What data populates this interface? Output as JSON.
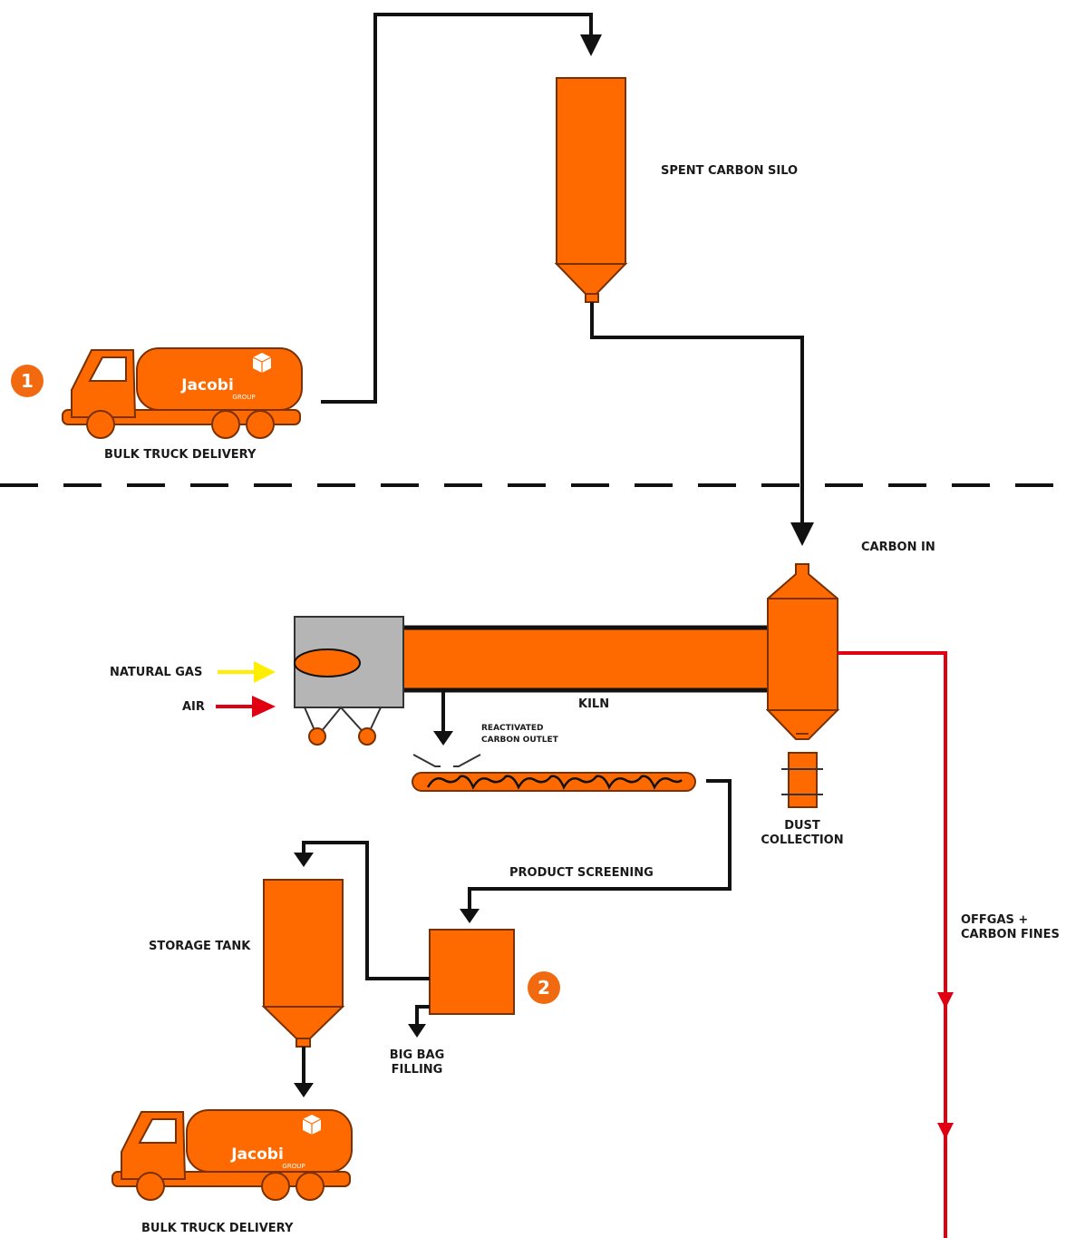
{
  "labels": {
    "spent_carbon_silo": "SPENT CARBON SILO",
    "bulk_truck_delivery_top": "BULK TRUCK DELIVERY",
    "carbon_in": "CARBON IN",
    "natural_gas": "NATURAL GAS",
    "air": "AIR",
    "kiln": "KILN",
    "reactivated_line1": "REACTIVATED",
    "reactivated_line2": "CARBON OUTLET",
    "dust_line1": "DUST",
    "dust_line2": "COLLECTION",
    "product_screening": "PRODUCT SCREENING",
    "storage_tank": "STORAGE TANK",
    "big_bag_line1": "BIG BAG",
    "big_bag_line2": "FILLING",
    "offgas_line1": "OFFGAS +",
    "offgas_line2": "CARBON FINES",
    "bulk_truck_delivery_bottom": "BULK TRUCK DELIVERY"
  },
  "badges": {
    "one": "1",
    "two": "2"
  },
  "truck_logo": {
    "brand": "Jacobi",
    "sub": "GROUP"
  },
  "colors": {
    "orange": "#ff6a00",
    "outline": "#7a3000",
    "line": "#111111",
    "red": "#e00012",
    "yellow": "#ffee00",
    "gray": "#b5b5b5",
    "badge": "#f26a10"
  }
}
